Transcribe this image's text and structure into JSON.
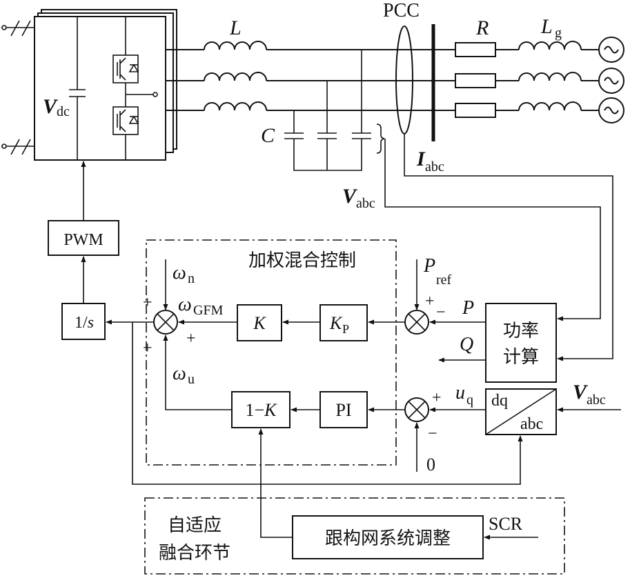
{
  "labels": {
    "pcc": "PCC",
    "inductor_L": "L",
    "resistor_R": "R",
    "grid_inductor_main": "L",
    "grid_inductor_sub": "g",
    "vdc_main": "V",
    "vdc_sub": "dc",
    "capacitor_C": "C",
    "iabc_main": "I",
    "iabc_sub": "abc",
    "vabc_main": "V",
    "vabc_sub": "abc",
    "vabc2_main": "V",
    "vabc2_sub": "abc",
    "pref_main": "P",
    "pref_sub": "ref",
    "p": "P",
    "q": "Q",
    "uq_main": "u",
    "uq_sub": "q",
    "omega_n_main": "ω",
    "omega_n_sub": "n",
    "omega_gfm_main": "ω",
    "omega_gfm_sub": "GFM",
    "omega_u_main": "ω",
    "omega_u_sub": "u",
    "zero": "0",
    "scr": "SCR",
    "plus": "+",
    "minus": "−"
  },
  "blocks": {
    "pwm": "PWM",
    "integrator_main": "1/",
    "integrator_var": "s",
    "k": "K",
    "kp_main": "K",
    "kp_sub": "P",
    "pi": "PI",
    "one_minus_k_main": "1−",
    "one_minus_k_var": "K",
    "power_calc_line1": "功率",
    "power_calc_line2": "计算",
    "dq": "dq",
    "abc": "abc",
    "tracking_adjust": "跟构网系统调整"
  },
  "regions": {
    "weighted_mix_control": "加权混合控制",
    "adaptive_line1": "自适应",
    "adaptive_line2": "融合环节"
  }
}
